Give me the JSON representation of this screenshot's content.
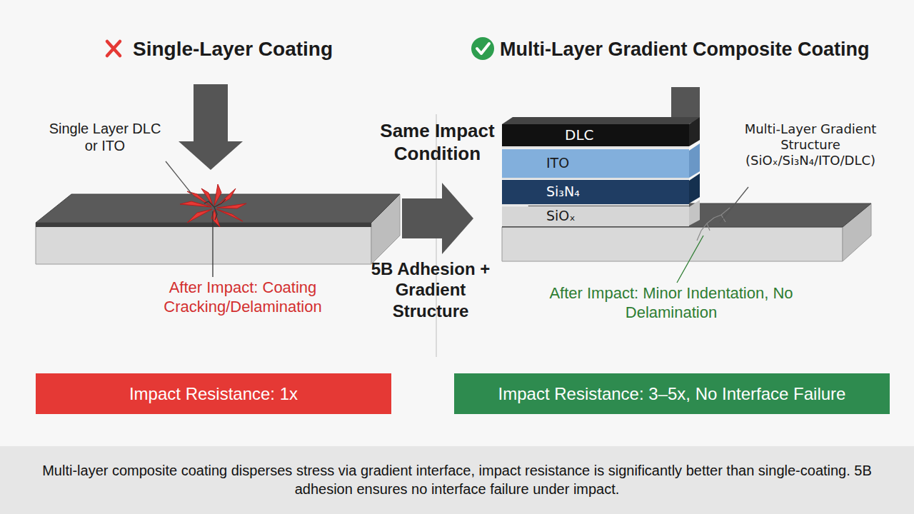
{
  "diagram": {
    "caption": "Multi-layer composite coating disperses stress via gradient interface, impact resistance is significantly better than single-coating. 5B adhesion ensures no interface failure under impact.",
    "nodes": [
      {
        "text": [
          "DLC"
        ]
      },
      {
        "text": [
          "ITO"
        ]
      },
      {
        "text": [
          "Si₃N₄"
        ]
      },
      {
        "text": [
          "SiOₓ"
        ]
      },
      {
        "text": [
          "Impact Resistance: 1x"
        ]
      },
      {
        "text": [
          "Impact Resistance: 3–5x, No Interface Failure"
        ]
      }
    ],
    "labels": [
      "Single-Layer Coating",
      "Multi-Layer Gradient Composite Coating",
      "Single Layer DLC or ITO",
      "After Impact: Coating Cracking/Delamination",
      "Same Impact Condition",
      "5B Adhesion + Gradient Structure",
      "Multi-Layer Gradient Structure (SiOₓ/Si₃N₄/ITO/DLC)",
      "After Impact: Minor Indentation, No Delamination"
    ]
  }
}
